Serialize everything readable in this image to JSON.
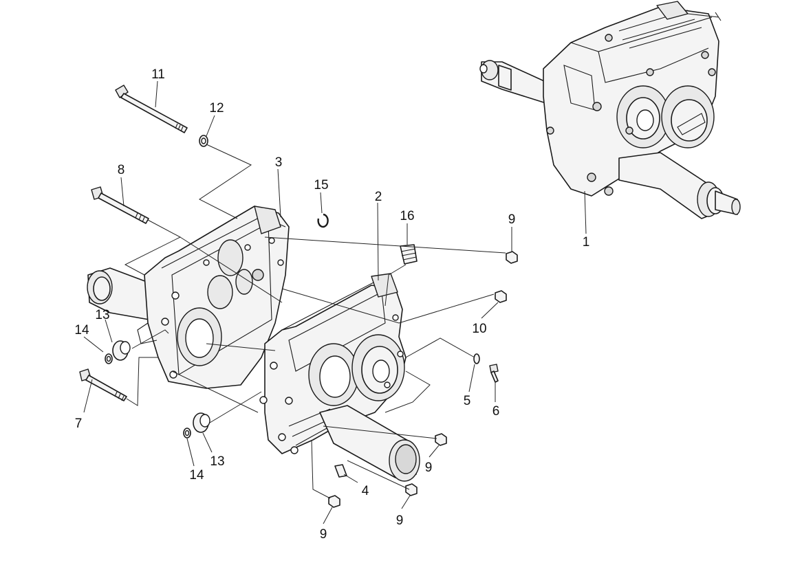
{
  "callouts": [
    {
      "id": "c1",
      "text": "1"
    },
    {
      "id": "c2",
      "text": "2"
    },
    {
      "id": "c3",
      "text": "3"
    },
    {
      "id": "c4",
      "text": "4"
    },
    {
      "id": "c5",
      "text": "5"
    },
    {
      "id": "c6",
      "text": "6"
    },
    {
      "id": "c7",
      "text": "7"
    },
    {
      "id": "c8",
      "text": "8"
    },
    {
      "id": "c9a",
      "text": "9"
    },
    {
      "id": "c9b",
      "text": "9"
    },
    {
      "id": "c9c",
      "text": "9"
    },
    {
      "id": "c9d",
      "text": "9"
    },
    {
      "id": "c10",
      "text": "10"
    },
    {
      "id": "c11",
      "text": "11"
    },
    {
      "id": "c12",
      "text": "12"
    },
    {
      "id": "c13a",
      "text": "13"
    },
    {
      "id": "c13b",
      "text": "13"
    },
    {
      "id": "c14a",
      "text": "14"
    },
    {
      "id": "c14b",
      "text": "14"
    },
    {
      "id": "c15",
      "text": "15"
    },
    {
      "id": "c16",
      "text": "16"
    }
  ]
}
